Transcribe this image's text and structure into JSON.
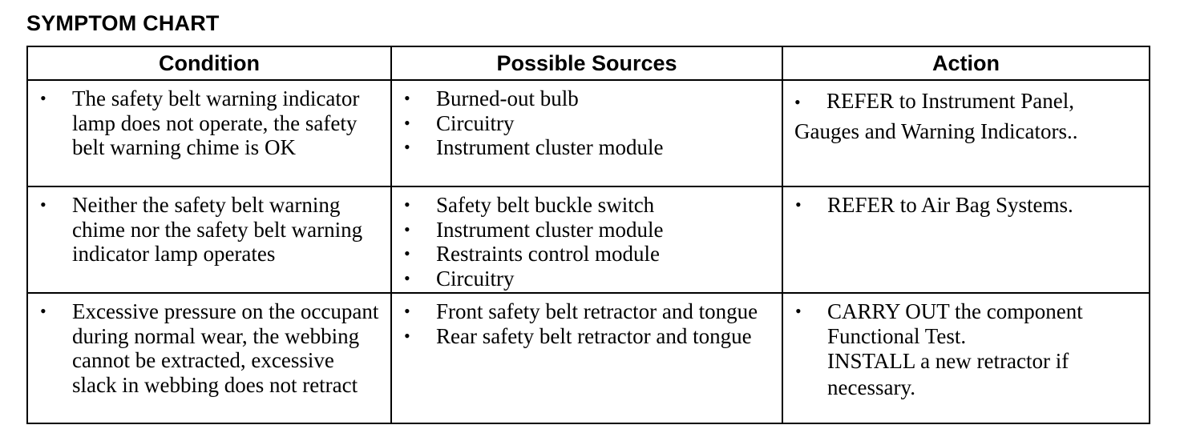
{
  "title": "SYMPTOM CHART",
  "headers": {
    "condition": "Condition",
    "sources": "Possible Sources",
    "action": "Action"
  },
  "bullet": "•",
  "rows": [
    {
      "condition": "The safety belt warning indicator lamp does not operate, the safety belt warning chime is OK",
      "sources": [
        "Burned-out bulb",
        "Circuitry",
        "Instrument cluster module"
      ],
      "action": [
        "REFER to Instrument Panel,",
        "Gauges and Warning Indicators.."
      ]
    },
    {
      "condition": "Neither the safety belt warning chime nor the safety belt warning indicator lamp operates",
      "sources": [
        "Safety belt buckle switch",
        "Instrument cluster module",
        "Restraints control module",
        "Circuitry"
      ],
      "action": [
        "REFER to Air Bag Systems."
      ]
    },
    {
      "condition": "Excessive pressure on the occupant during normal wear, the webbing cannot be extracted, excessive slack in webbing does not retract",
      "sources": [
        "Front safety belt retractor and tongue",
        "Rear safety belt retractor and tongue"
      ],
      "action": [
        "CARRY OUT the component Functional Test.",
        "INSTALL a new retractor if necessary."
      ]
    }
  ]
}
